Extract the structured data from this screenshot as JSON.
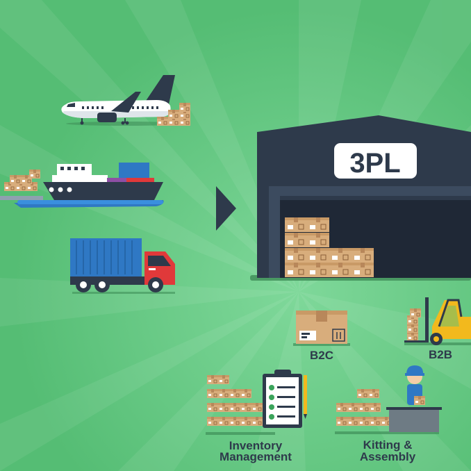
{
  "warehouse": {
    "sign": "3PL"
  },
  "transport": {
    "modes": [
      "airplane",
      "cargo-ship",
      "container-truck"
    ]
  },
  "services": {
    "b2c": "B2C",
    "b2b": "B2B",
    "inventory": {
      "line1": "Inventory",
      "line2": "Management"
    },
    "kitting": {
      "line1": "Kitting &",
      "line2": "Assembly"
    }
  },
  "colors": {
    "background": "#5bc17a",
    "warehouse": "#2e3a4b",
    "box": "#d8ad7c",
    "truck_container": "#2f78c4",
    "truck_cab": "#e0393a",
    "forklift": "#f2b91d",
    "ship_containers": [
      "#2f78c4",
      "#e0393a",
      "#8e4fa5"
    ]
  }
}
